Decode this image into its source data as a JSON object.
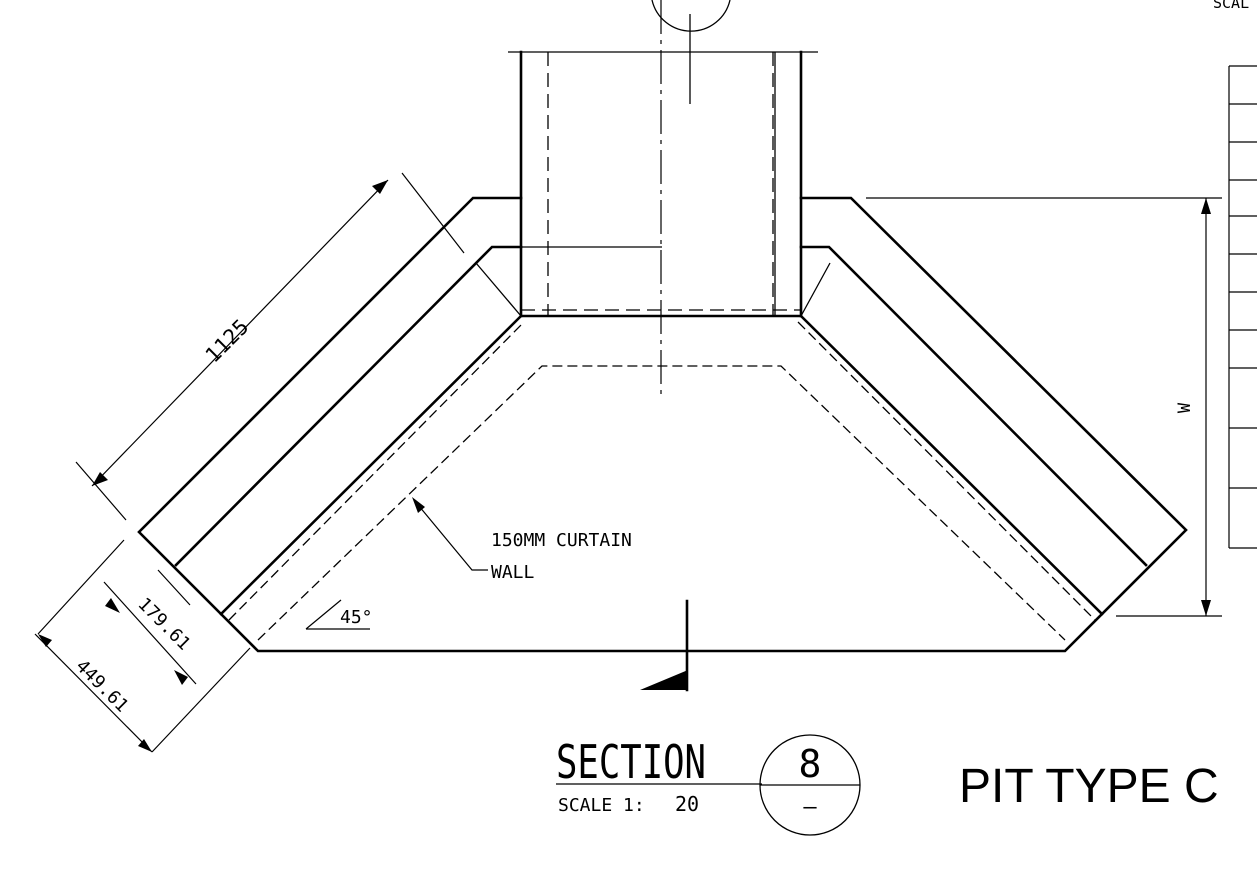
{
  "drawing": {
    "title": "PIT TYPE C",
    "scale_label_top_fragment": "SCAL",
    "dimensions": {
      "diagonal_length": "1125",
      "offset_inner": "179.61",
      "offset_outer": "449.61",
      "width_symbol": "W",
      "angle": "45°"
    },
    "notes": {
      "curtain_wall_line1": "150MM CURTAIN",
      "curtain_wall_line2": "WALL"
    },
    "section": {
      "label": "SECTION",
      "scale_text": "SCALE 1:",
      "scale_value": "20",
      "number": "8",
      "sheet_ref": "–"
    }
  }
}
